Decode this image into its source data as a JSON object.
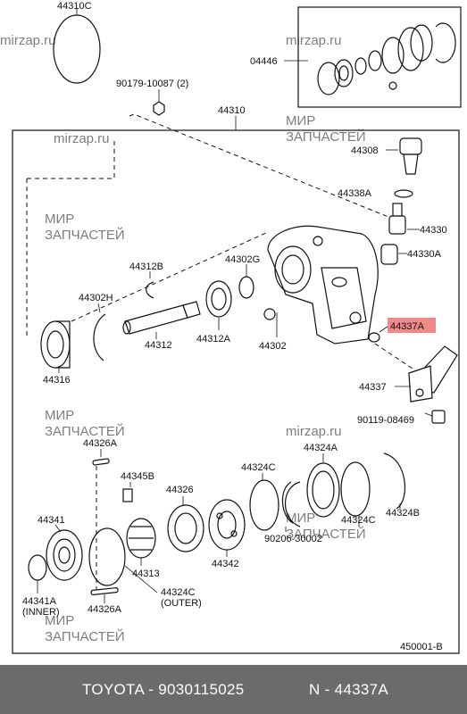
{
  "diagram": {
    "part_labels": {
      "p44310c": "44310C",
      "p44446": "04446",
      "p90179": "90179-10087 (2)",
      "p44310": "44310",
      "p44308": "44308",
      "p44338a": "44338A",
      "p44330": "44330",
      "p44330a": "44330A",
      "p44312b": "44312B",
      "p44302g": "44302G",
      "p44302h": "44302H",
      "p44312": "44312",
      "p44312a": "44312A",
      "p44302": "44302",
      "p44337a": "44337A",
      "p44316": "44316",
      "p44337": "44337",
      "p90119": "90119-08469",
      "p44326a_top": "44326A",
      "p44324a": "44324A",
      "p44324c_mid": "44324C",
      "p44345b": "44345B",
      "p44326": "44326",
      "p44341": "44341",
      "p44324c_right": "44324C",
      "p44324b": "44324B",
      "p90206": "90206-30002",
      "p44313": "44313",
      "p44342": "44342",
      "p44341a": "44341A",
      "p44341a_note": "(INNER)",
      "p44324c_bottom": "44324C",
      "p44324c_note": "(OUTER)",
      "p44326a_bottom": "44326A",
      "diagram_code": "450001-B"
    },
    "highlight_color": "#f08a8a",
    "watermark_url": "mirzap.ru",
    "watermark_ru_1": "МИР",
    "watermark_ru_2": "ЗАПЧАСТЕЙ"
  },
  "footer": {
    "brand_part": "TOYOTA - 9030115025",
    "ref_part": "N - 44337A",
    "background": "#6b6b6b"
  }
}
